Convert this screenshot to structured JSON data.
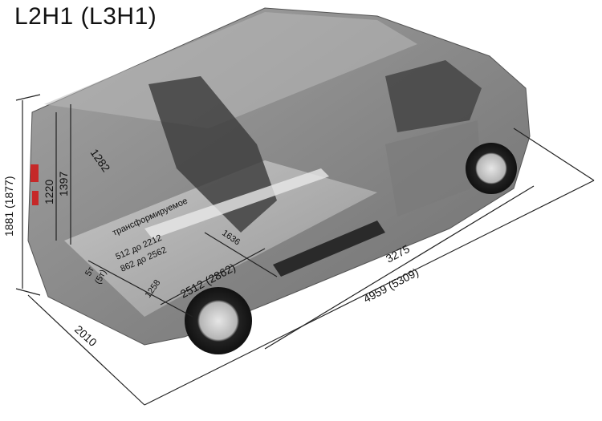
{
  "title": "L2H1 (L3H1)",
  "colors": {
    "body": "#8a8a8a",
    "body_dark": "#5e5e5e",
    "glass": "#bdbdbd",
    "dim_line": "#222222"
  },
  "dimensions": {
    "overall_height": "1881 (1877)",
    "rear_door_height": "1220",
    "cargo_height": "1397",
    "rear_opening_width": "1282",
    "wheelbase_length": "3275",
    "overall_length": "4959 (5309)",
    "width": "2010",
    "load_length_floor": "2512 (2862)",
    "between_arches": "1258",
    "cargo_width": "1636",
    "seat_label": "трансформируемое",
    "load_range_1": "512 до 2212",
    "load_range_2": "862 до 2562",
    "unit_left_1": "5т",
    "unit_left_2": "(5т)"
  }
}
